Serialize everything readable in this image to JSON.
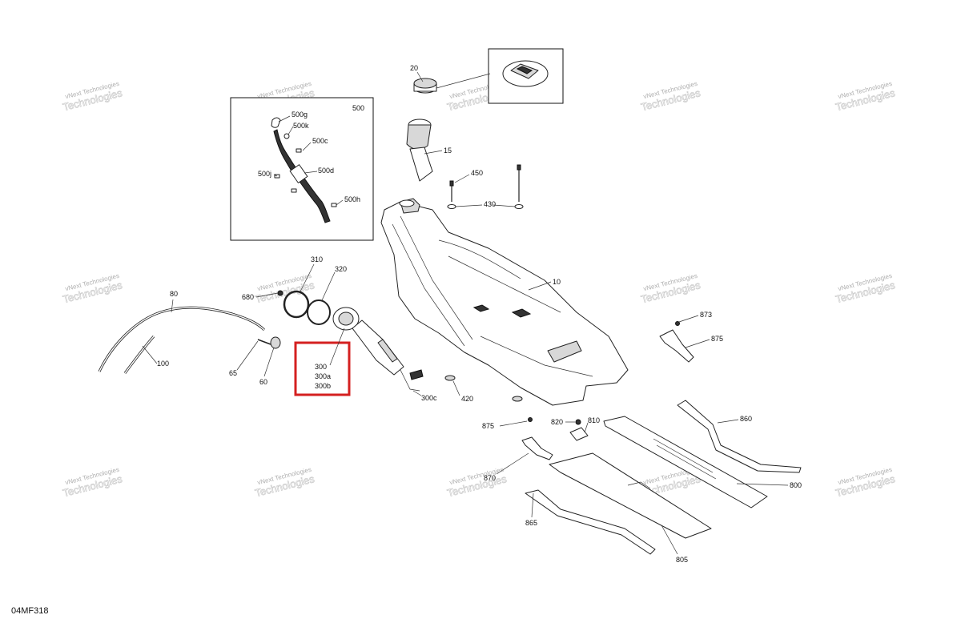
{
  "watermark": {
    "line1": "vNext Technologies",
    "line2": "Technologies"
  },
  "inset_main": {
    "number": "500"
  },
  "callouts": {
    "c20": "20",
    "c15": "15",
    "c450": "450",
    "c430": "430",
    "c10": "10",
    "c310": "310",
    "c320": "320",
    "c680": "680",
    "c80": "80",
    "c100": "100",
    "c65": "65",
    "c60": "60",
    "c300c": "300c",
    "c420": "420",
    "c873": "873",
    "c875a": "875",
    "c875b": "875",
    "c820": "820",
    "c810": "810",
    "c860": "860",
    "c870": "870",
    "c800": "800",
    "c865": "865",
    "c805": "805"
  },
  "inset_callouts": {
    "c500g": "500g",
    "c500k": "500k",
    "c500c": "500c",
    "c500d": "500d",
    "c500j": "500j",
    "c500h": "500h"
  },
  "highlight": {
    "line1": "300",
    "line2": "300a",
    "line3": "300b",
    "color": "#d42020"
  },
  "footer": {
    "code": "04MF318"
  }
}
